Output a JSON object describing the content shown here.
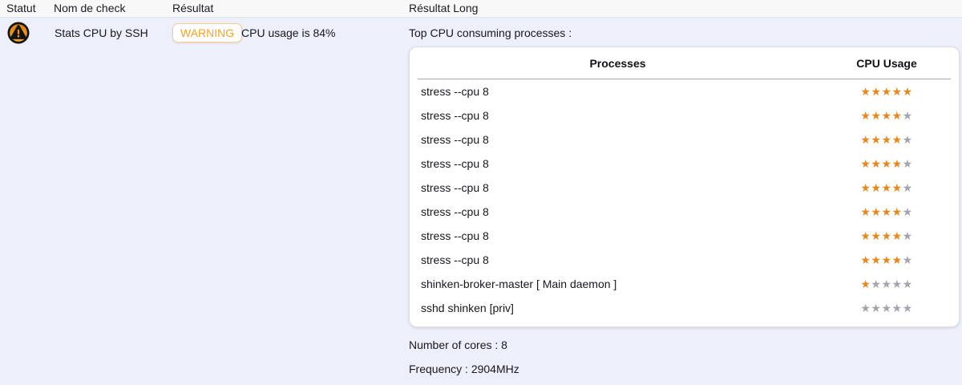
{
  "colors": {
    "page_bg": "#edeffa",
    "header_strip_bg": "#f8f8f9",
    "card_bg": "#ffffff",
    "warning_text": "#f5a31f",
    "warning_border": "#f6cd92",
    "star_active": "#e8871c",
    "star_inactive": "#a4a4ac",
    "text_dark": "#17171c",
    "icon_orange": "#ef9418",
    "icon_black": "#141414"
  },
  "columns_header": {
    "statut": "Statut",
    "nom_de_check": "Nom de check",
    "resultat": "Résultat",
    "resultat_long": "Résultat Long"
  },
  "check_row": {
    "status_icon": "warning-badge-icon",
    "name": "Stats CPU by SSH",
    "state_badge": "WARNING",
    "result": "CPU usage is 84%"
  },
  "long_output": {
    "title": "Top CPU consuming processes :",
    "process_table": {
      "columns": [
        "Processes",
        "CPU Usage"
      ],
      "stars_max": 5,
      "rows": [
        {
          "process": "stress --cpu 8",
          "stars": 5
        },
        {
          "process": "stress --cpu 8",
          "stars": 4
        },
        {
          "process": "stress --cpu 8",
          "stars": 4
        },
        {
          "process": "stress --cpu 8",
          "stars": 4
        },
        {
          "process": "stress --cpu 8",
          "stars": 4
        },
        {
          "process": "stress --cpu 8",
          "stars": 4
        },
        {
          "process": "stress --cpu 8",
          "stars": 4
        },
        {
          "process": "stress --cpu 8",
          "stars": 4
        },
        {
          "process": "shinken-broker-master [ Main daemon ]",
          "stars": 1
        },
        {
          "process": "sshd shinken [priv]",
          "stars": 0
        }
      ]
    },
    "cores_line": "Number of cores : 8",
    "frequency_line": "Frequency : 2904MHz"
  }
}
